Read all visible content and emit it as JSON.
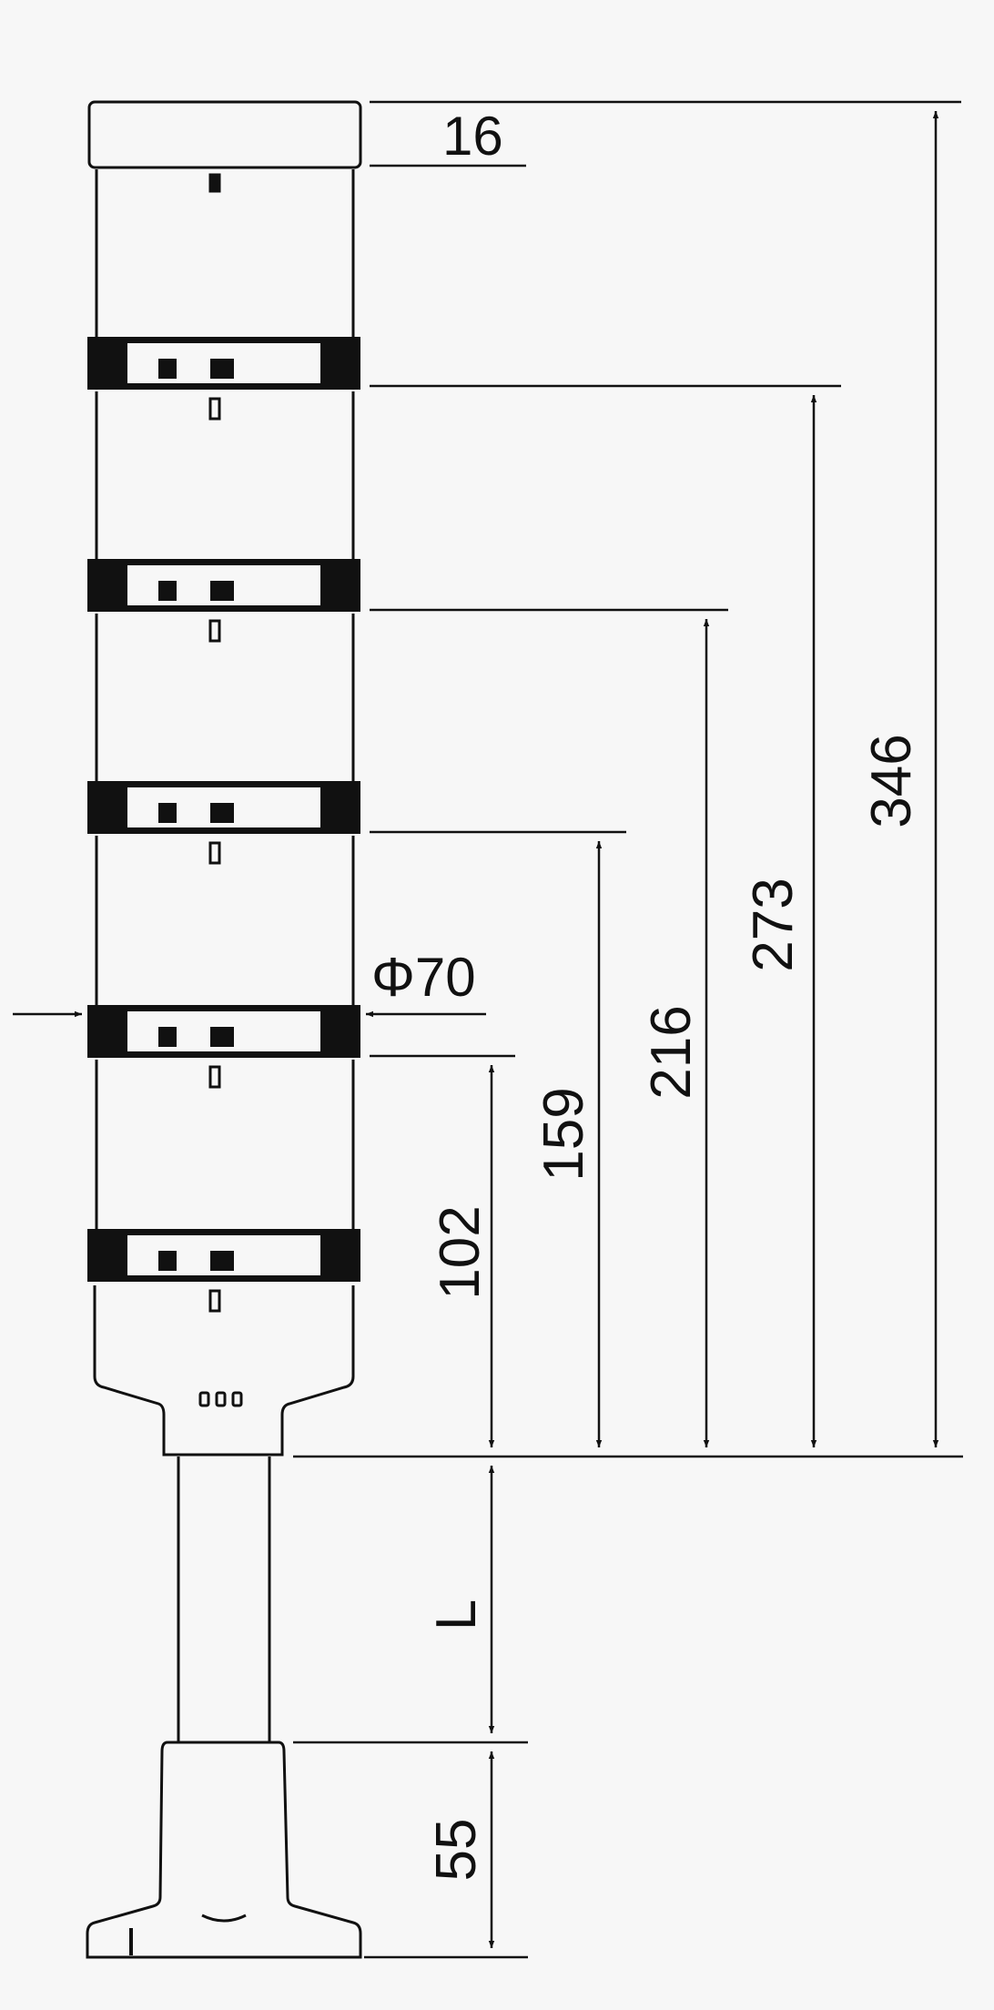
{
  "diagram": {
    "stroke_color": "#111111",
    "background_color": "#f7f7f7",
    "labels": {
      "cap_height": "16",
      "total_height": "346",
      "height_5_tier": "273",
      "height_4_tier": "216",
      "height_3_tier": "159",
      "height_2_tier": "102",
      "diameter": "Φ70",
      "pole_length": "L",
      "base_height": "55"
    }
  }
}
